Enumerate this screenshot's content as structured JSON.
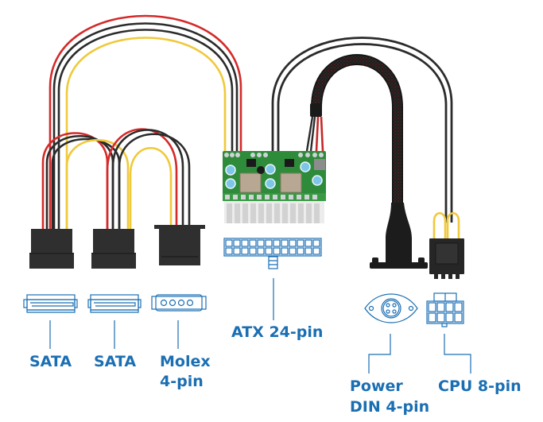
{
  "diagram": {
    "title": "",
    "label_color": "#1a6fb3",
    "wire_colors": {
      "red": "#d42a2a",
      "black": "#2b2b2b",
      "yellow": "#f0c93a"
    },
    "labels": {
      "sata_1": "SATA",
      "sata_2": "SATA",
      "molex_line1": "Molex",
      "molex_line2": "4-pin",
      "atx": "ATX 24-pin",
      "power_din_line1": "Power",
      "power_din_line2": "DIN 4-pin",
      "cpu": "CPU 8-pin"
    },
    "connectors": [
      {
        "id": "sata-1",
        "type": "SATA power",
        "icon": "sata-connector-icon"
      },
      {
        "id": "sata-2",
        "type": "SATA power",
        "icon": "sata-connector-icon"
      },
      {
        "id": "molex",
        "type": "Molex 4-pin",
        "pins": 4,
        "icon": "molex-connector-icon"
      },
      {
        "id": "atx",
        "type": "ATX 24-pin",
        "pins": 24,
        "icon": "atx-24pin-connector-icon"
      },
      {
        "id": "power-din",
        "type": "Power DIN 4-pin",
        "pins": 4,
        "icon": "din-4pin-connector-icon"
      },
      {
        "id": "cpu",
        "type": "CPU 8-pin",
        "pins": 8,
        "icon": "cpu-8pin-connector-icon"
      }
    ]
  }
}
